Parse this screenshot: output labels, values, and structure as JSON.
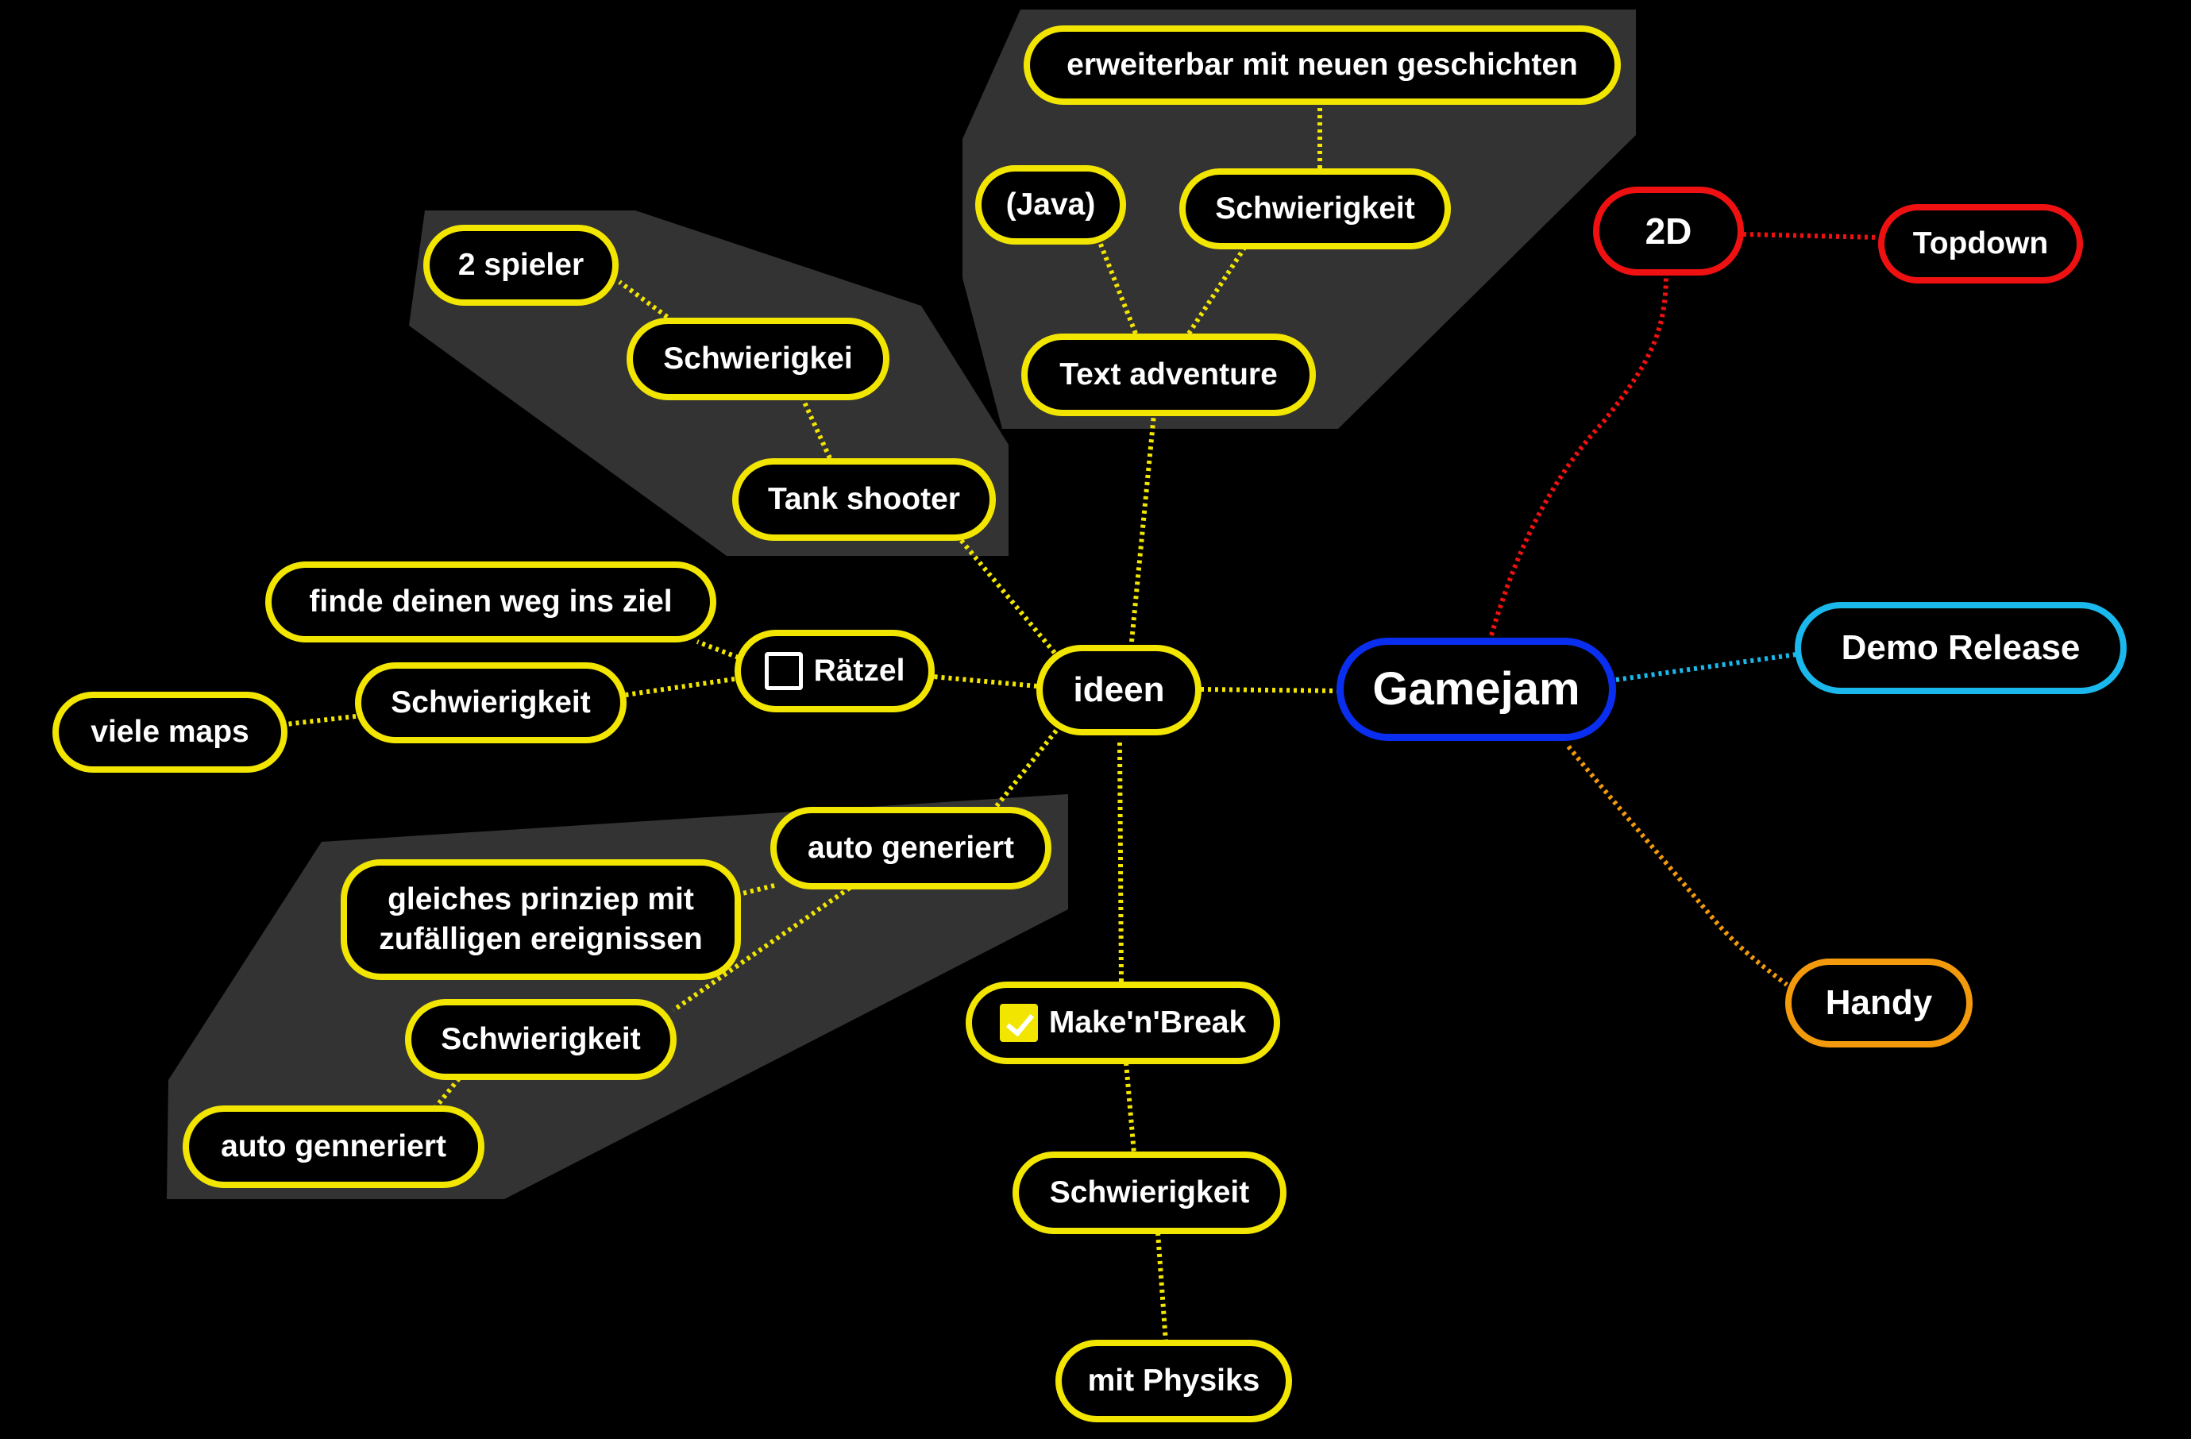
{
  "colors": {
    "background": "#000000",
    "ideen_branch": "#f2e600",
    "root_border": "#0a2ef0",
    "twod_branch": "#ef1111",
    "demo_branch": "#1ab8ec",
    "handy_branch": "#f39a0c",
    "group_fill": "#333333",
    "text": "#ffffff"
  },
  "nodes": {
    "gamejam": "Gamejam",
    "ideen": "ideen",
    "twod": "2D",
    "topdown": "Topdown",
    "demo_release": "Demo Release",
    "handy": "Handy",
    "text_adventure": "Text adventure",
    "java": "(Java)",
    "schwierigkeit_ta": "Schwierigkeit",
    "erweiterbar": "erweiterbar mit neuen geschichten",
    "tank_shooter": "Tank shooter",
    "schwierigkei_tank": "Schwierigkei",
    "zwei_spieler": "2 spieler",
    "raetsel": "Rätzel",
    "finde_weg": "finde deinen weg ins ziel",
    "schwierigkeit_raetsel": "Schwierigkeit",
    "viele_maps": "viele maps",
    "auto_generiert": "auto generiert",
    "gleiches_prinzip": "gleiches prinziep mit\nzufälligen ereignissen",
    "schwierigkeit_auto": "Schwierigkeit",
    "auto_genneriert": "auto genneriert",
    "make_n_break": "Make'n'Break",
    "schwierigkeit_mnb": "Schwierigkeit",
    "mit_physiks": "mit Physiks"
  },
  "checkboxes": {
    "raetsel": false,
    "make_n_break": true
  }
}
